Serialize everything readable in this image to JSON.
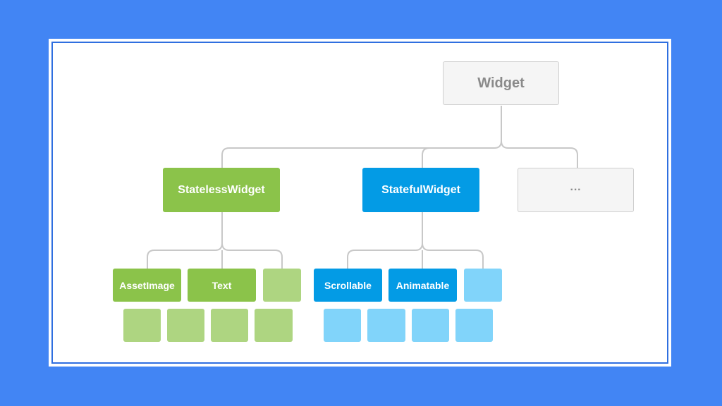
{
  "diagram": {
    "root": {
      "label": "Widget"
    },
    "branches": {
      "stateless": {
        "label": "StatelessWidget",
        "children": [
          "AssetImage",
          "Text"
        ]
      },
      "stateful": {
        "label": "StatefulWidget",
        "children": [
          "Scrollable",
          "Animatable"
        ]
      },
      "other": {
        "label": "···"
      }
    }
  },
  "colors": {
    "background": "#4285F4",
    "stateless": "#8BC34A",
    "stateless_light": "#AED581",
    "stateful": "#039BE5",
    "stateful_light": "#81D4FA",
    "connector": "#c8c8c8",
    "neutral_fill": "#f5f5f5"
  }
}
